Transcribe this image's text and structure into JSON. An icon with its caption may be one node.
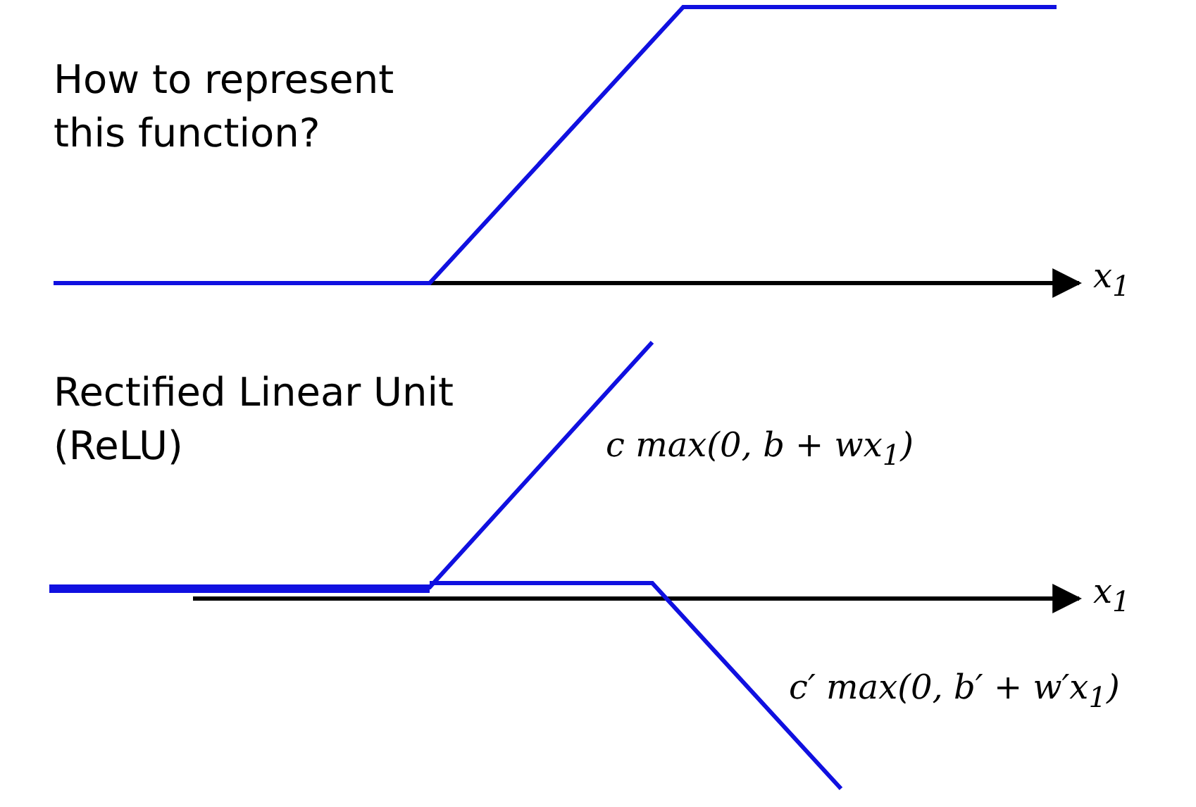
{
  "diagram": {
    "labels": [
      "How to represent this function?",
      "x$_{1}$",
      "Rectified Linear Unit (ReLU)",
      "c max(0, b + wx$_{1}$)",
      "x$_{1}$",
      "c′ max(0, b′ + w′x$_{1}$)"
    ]
  }
}
